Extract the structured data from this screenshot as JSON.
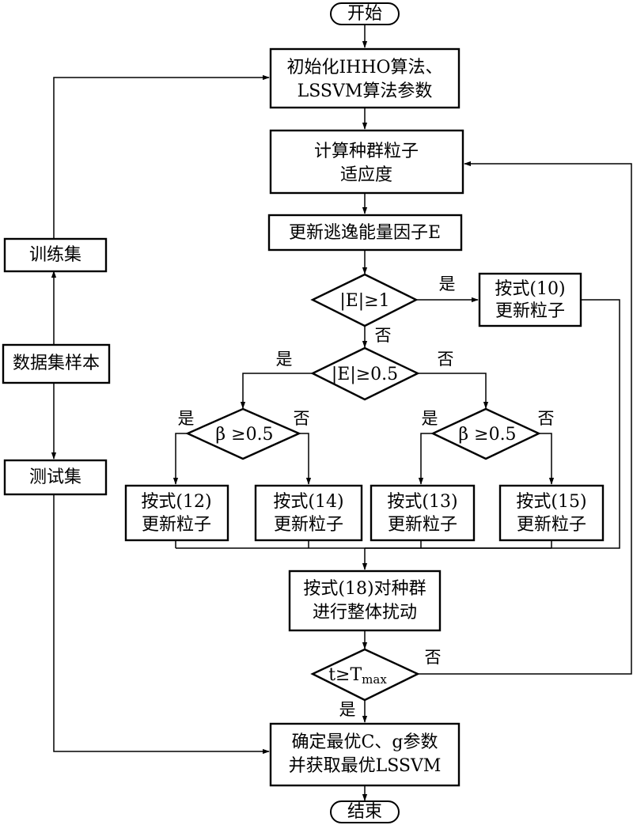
{
  "nodes": {
    "start": "开始",
    "init": [
      "初始化IHHO算法、",
      "LSSVM算法参数"
    ],
    "fitness": [
      "计算种群粒子",
      "适应度"
    ],
    "update_e": "更新逃逸能量因子E",
    "cond1": "|E|≥1",
    "upd10": [
      "按式(10)",
      "更新粒子"
    ],
    "cond2": "|E|≥0.5",
    "cond3a": "β ≥0.5",
    "cond3b": "β ≥0.5",
    "upd12": [
      "按式(12)",
      "更新粒子"
    ],
    "upd14": [
      "按式(14)",
      "更新粒子"
    ],
    "upd13": [
      "按式(13)",
      "更新粒子"
    ],
    "upd15": [
      "按式(15)",
      "更新粒子"
    ],
    "perturb": [
      "按式(18)对种群",
      "进行整体扰动"
    ],
    "cond4": "t≥T",
    "cond4_sub": "max",
    "result": [
      "确定最优C、g参数",
      "并获取最优LSSVM"
    ],
    "end": "结束",
    "train": "训练集",
    "dataset": "数据集样本",
    "test": "测试集"
  },
  "edge_labels": {
    "c1_yes": "是",
    "c1_no": "否",
    "c2_yes": "是",
    "c2_no": "否",
    "c3a_yes": "是",
    "c3a_no": "否",
    "c3b_yes": "是",
    "c3b_no": "否",
    "c4_no": "否",
    "c4_yes": "是"
  }
}
